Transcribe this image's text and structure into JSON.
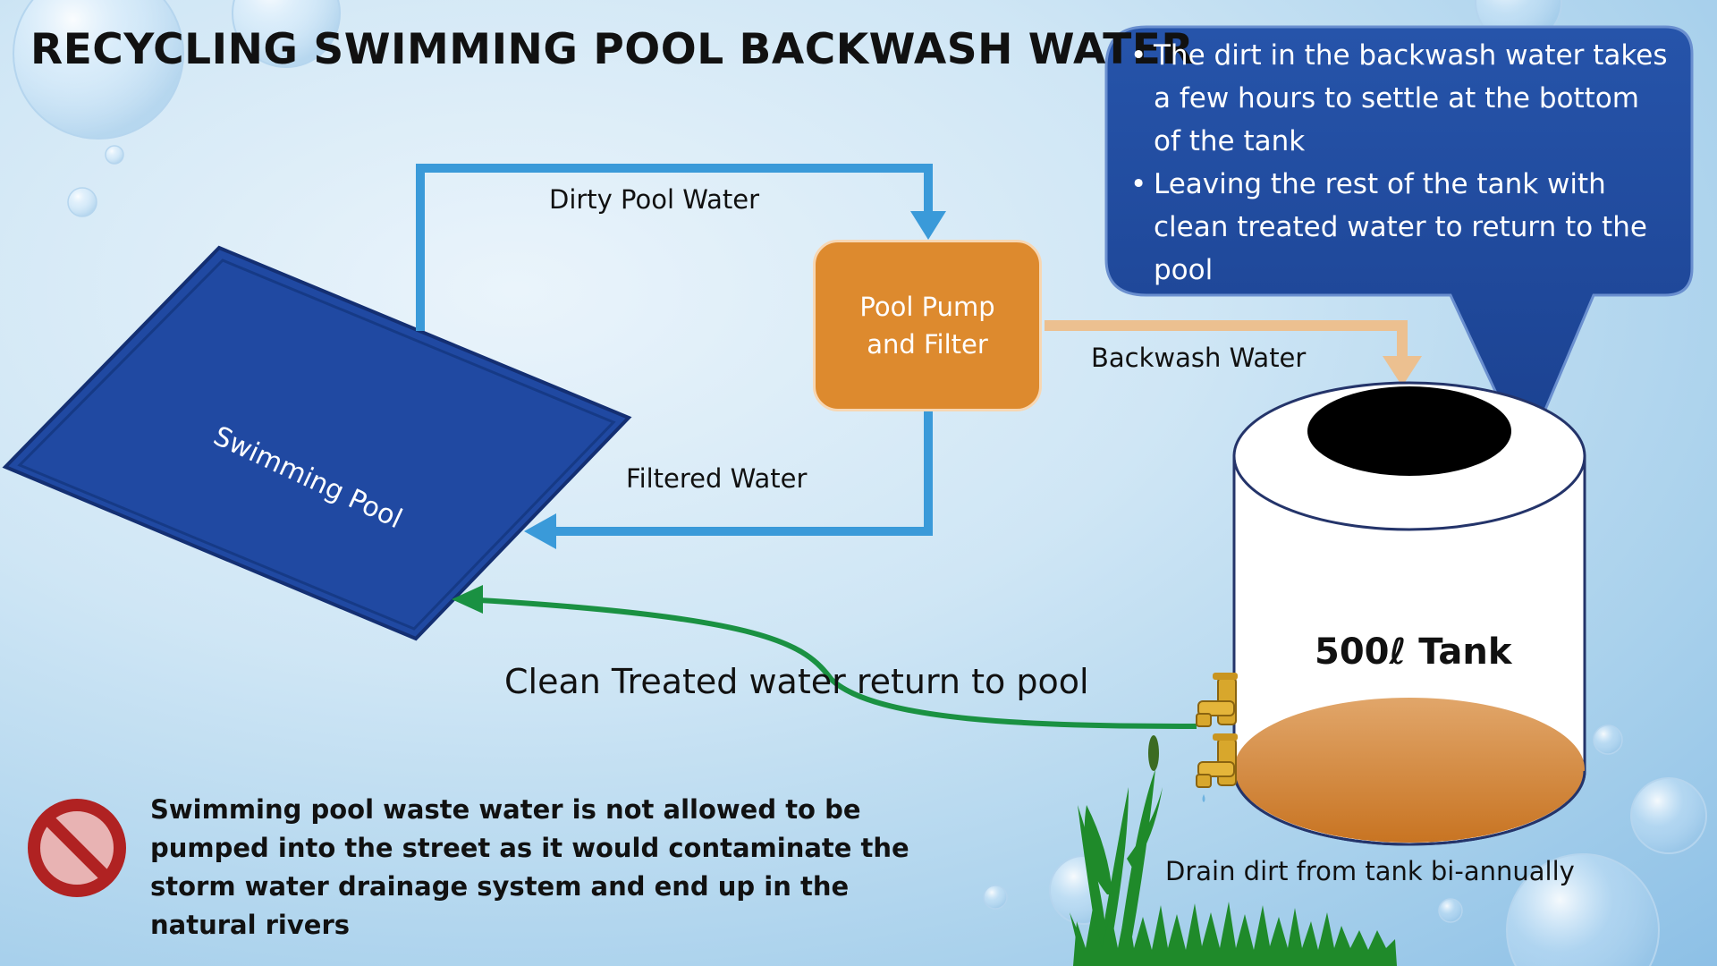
{
  "title": "RECYCLING SWIMMING POOL BACKWASH WATER",
  "callout": {
    "bullets": [
      "The dirt in the backwash water takes a few hours to settle at the bottom of the tank",
      "Leaving the rest of the tank with clean treated water to return to the pool"
    ]
  },
  "nodes": {
    "pool": "Swimming Pool",
    "pump_filter": [
      "Pool Pump",
      "and Filter"
    ],
    "tank": "500ℓ  Tank"
  },
  "flows": {
    "dirty": "Dirty Pool Water",
    "backwash": "Backwash Water",
    "filtered": "Filtered Water",
    "clean_return": "Clean Treated water return to pool",
    "drain": "Drain dirt from tank bi-annually"
  },
  "warning": {
    "icon": "no-entry-icon",
    "text": "Swimming pool waste water is not allowed to be pumped into the street as it would contaminate the storm water drainage system and end up in the natural rivers"
  },
  "colors": {
    "pool": "#1f48a0",
    "pump": "#dd8a2e",
    "blue_arrow": "#3a9ad9",
    "backwash_arrow": "#ecc090",
    "green_pipe": "#1a9142",
    "callout": "#1f4c9f",
    "sediment": "#d07f2a"
  }
}
